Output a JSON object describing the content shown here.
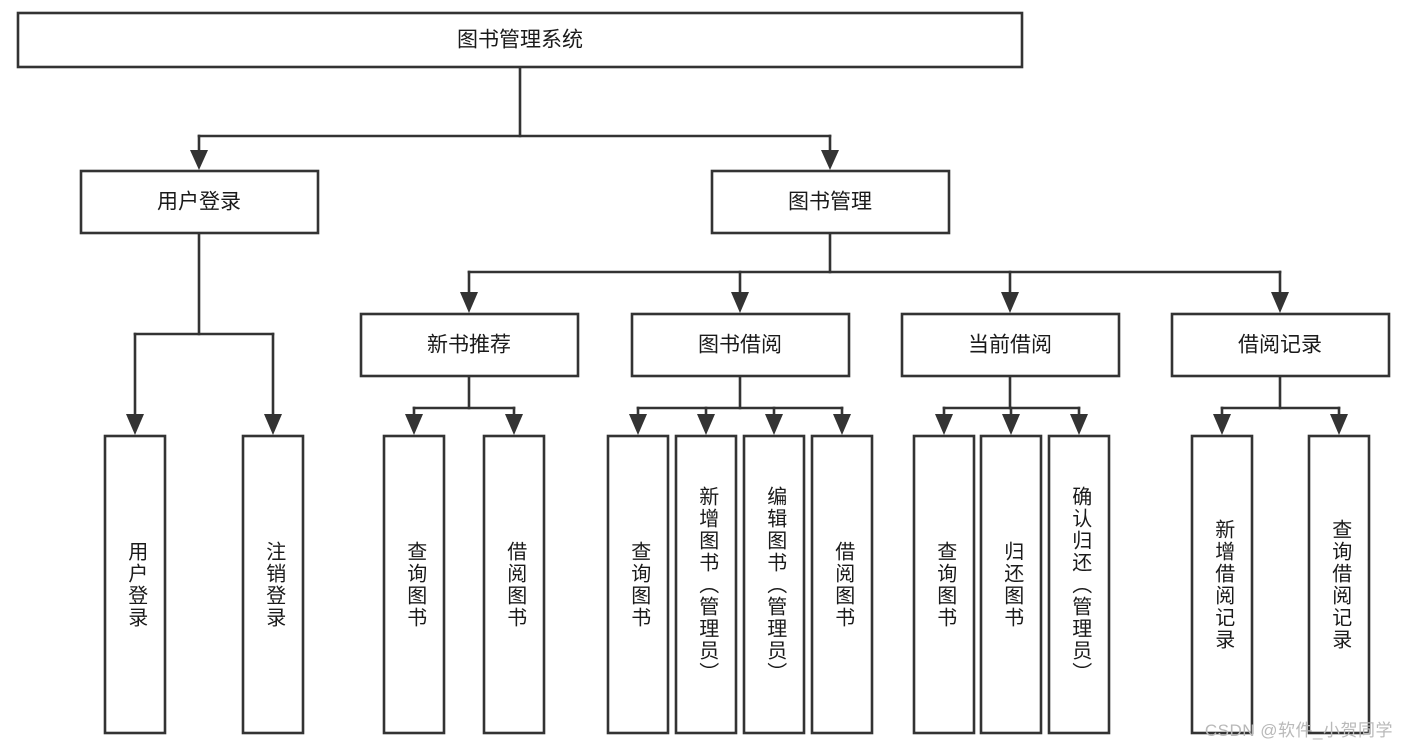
{
  "diagram": {
    "title": "图书管理系统",
    "type": "tree-hierarchy-functional-decomposition",
    "watermark": "CSDN @软件_小贺同学",
    "colors": {
      "box_stroke": "#333333",
      "box_fill": "#ffffff",
      "text": "#1a1a1a",
      "background": "#ffffff",
      "watermark": "#b9b9b9"
    },
    "root": {
      "label": "图书管理系统"
    },
    "level2": [
      {
        "label": "用户登录"
      },
      {
        "label": "图书管理"
      }
    ],
    "level3": [
      {
        "label": "新书推荐"
      },
      {
        "label": "图书借阅"
      },
      {
        "label": "当前借阅"
      },
      {
        "label": "借阅记录"
      }
    ],
    "leaves": {
      "user_login": [
        {
          "label": "用户登录"
        },
        {
          "label": "注销登录"
        }
      ],
      "new_book_recommend": [
        {
          "label": "查询图书"
        },
        {
          "label": "借阅图书"
        }
      ],
      "book_borrow": [
        {
          "label": "查询图书"
        },
        {
          "label": "新增图书（管理员）"
        },
        {
          "label": "编辑图书（管理员）"
        },
        {
          "label": "借阅图书"
        }
      ],
      "current_borrow": [
        {
          "label": "查询图书"
        },
        {
          "label": "归还图书"
        },
        {
          "label": "确认归还（管理员）"
        }
      ],
      "borrow_record": [
        {
          "label": "新增借阅记录"
        },
        {
          "label": "查询借阅记录"
        }
      ]
    }
  }
}
